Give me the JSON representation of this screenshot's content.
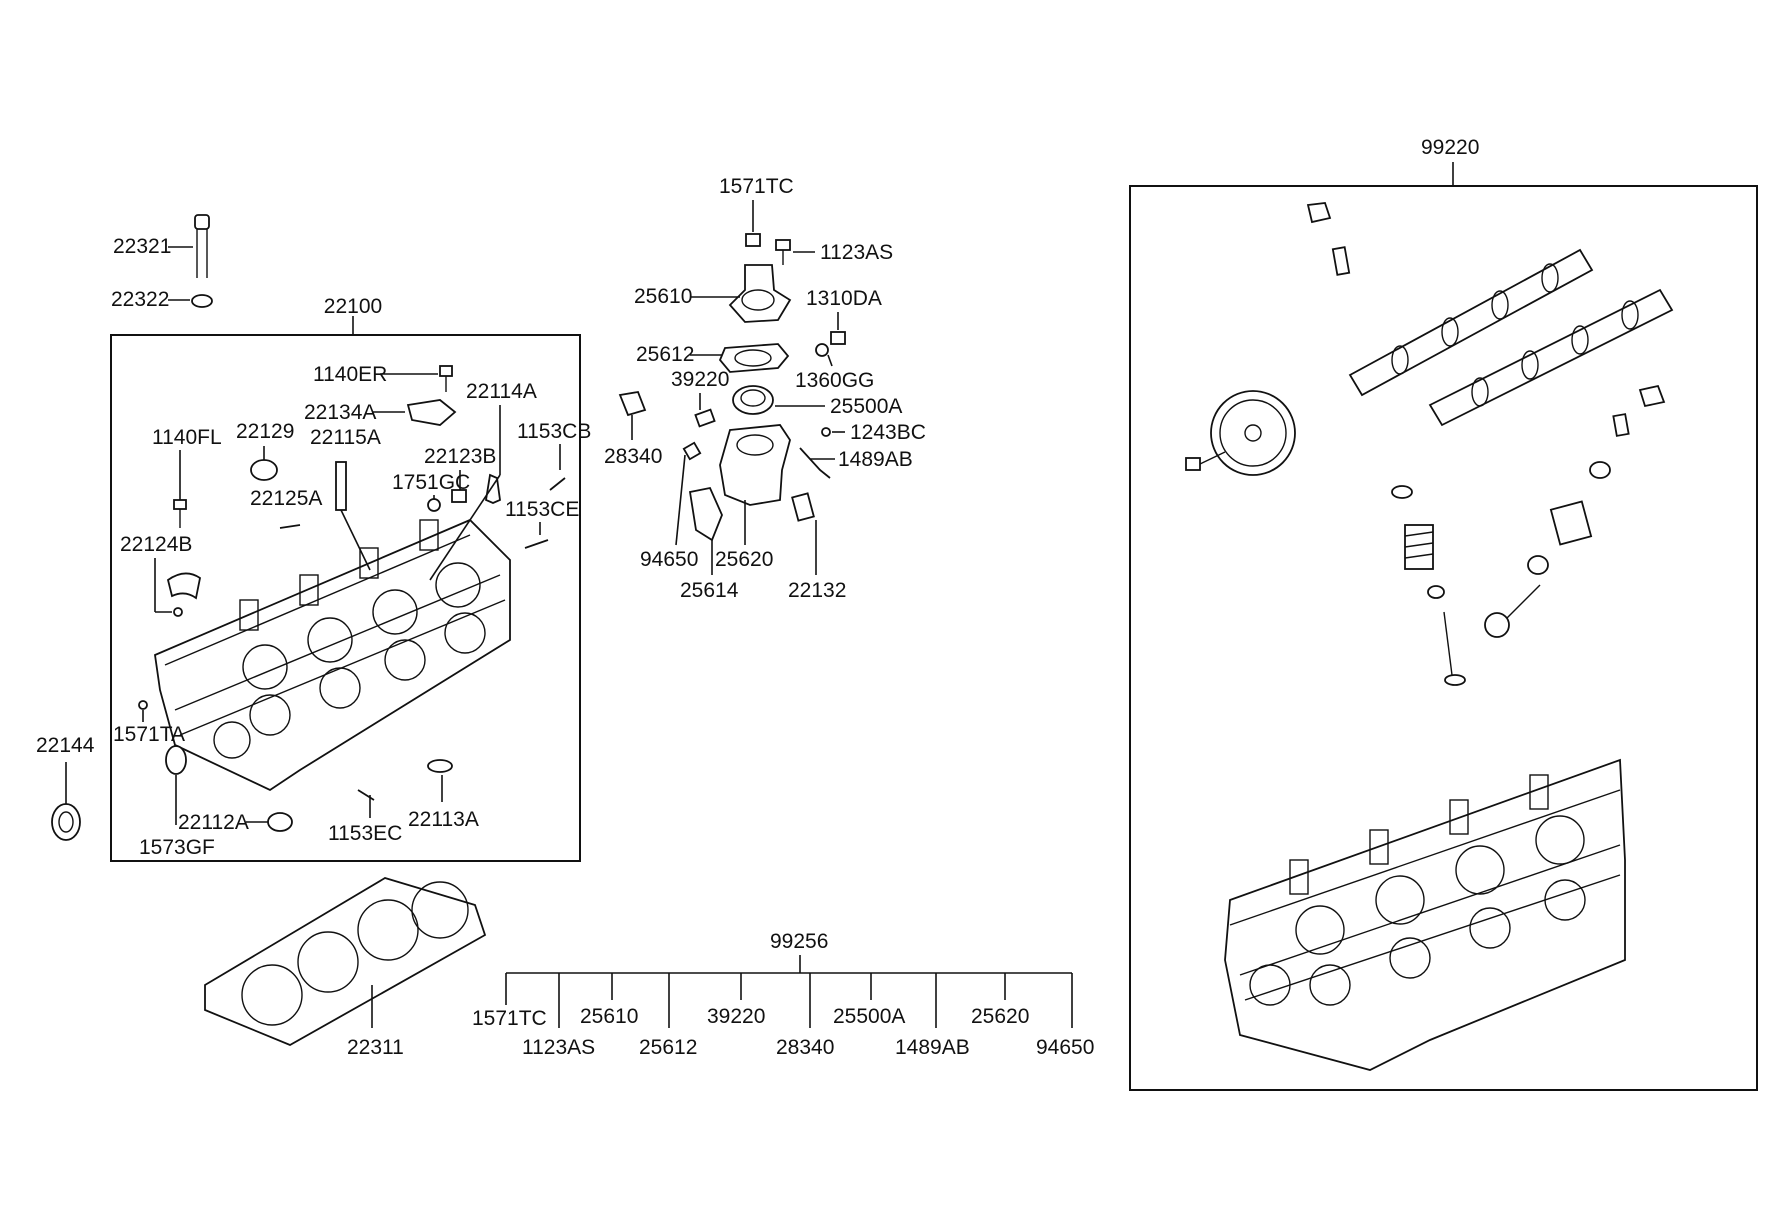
{
  "labels": {
    "p22321": "22321",
    "p22322": "22322",
    "p22100": "22100",
    "p1140ER": "1140ER",
    "p22114A": "22114A",
    "p22134A": "22134A",
    "p22129": "22129",
    "p22115A": "22115A",
    "p1140FL": "1140FL",
    "p1153CB": "1153CB",
    "p22123B": "22123B",
    "p1751GC": "1751GC",
    "p22125A": "22125A",
    "p1153CE": "1153CE",
    "p22124B": "22124B",
    "p22144": "22144",
    "p1571TA": "1571TA",
    "p22112A": "22112A",
    "p1573GF": "1573GF",
    "p1153EC": "1153EC",
    "p22113A": "22113A",
    "p22311": "22311",
    "p1571TC": "1571TC",
    "p1123AS": "1123AS",
    "p25610": "25610",
    "p1310DA": "1310DA",
    "p25612": "25612",
    "p1360GG": "1360GG",
    "p39220": "39220",
    "p25500A": "25500A",
    "p28340": "28340",
    "p1243BC": "1243BC",
    "p1489AB": "1489AB",
    "p94650": "94650",
    "p25620": "25620",
    "p25614": "25614",
    "p22132": "22132",
    "p99256": "99256",
    "p99220": "99220"
  },
  "kit_99256": {
    "title": "99256",
    "items": [
      "1571TC",
      "1123AS",
      "25610",
      "25612",
      "39220",
      "28340",
      "25500A",
      "1489AB",
      "25620",
      "94650"
    ]
  }
}
